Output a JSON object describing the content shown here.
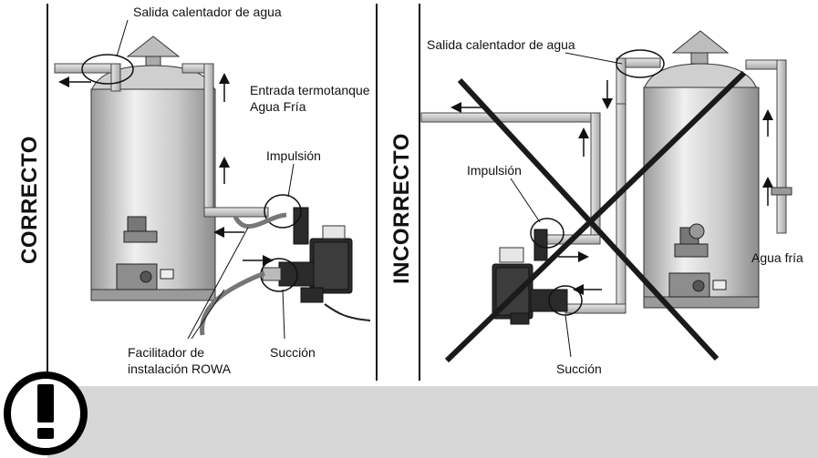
{
  "left_panel": {
    "side_title": "CORRECTO",
    "labels": {
      "outlet": "Salida calentador de agua",
      "inlet_line1": "Entrada termotanque",
      "inlet_line2": "Agua Fría",
      "impulsion": "Impulsión",
      "succion": "Succión",
      "facilitator_line1": "Facilitador de",
      "facilitator_line2": "instalación ROWA"
    }
  },
  "right_panel": {
    "side_title": "INCORRECTO",
    "labels": {
      "outlet": "Salida calentador de agua",
      "impulsion": "Impulsión",
      "succion": "Succión",
      "cold_water": "Agua fría"
    }
  },
  "warning_banner": {
    "icon": "exclamation-circle-icon",
    "text": ""
  },
  "colors": {
    "line": "#111111",
    "banner": "#d7d7d7",
    "tank_body": "#c9c9c9",
    "tank_highlight": "#f2f2f2",
    "pipe": "#bfbfbf",
    "pump_body": "#2a2a2a"
  }
}
